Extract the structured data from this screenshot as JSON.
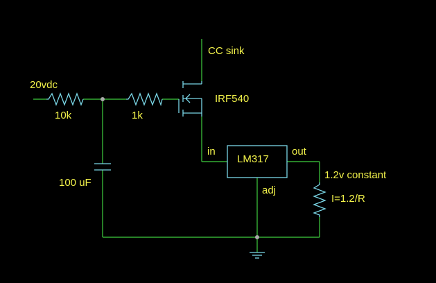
{
  "labels": {
    "input_voltage": "20vdc",
    "r1_value": "10k",
    "r2_value": "1k",
    "cap_value": "100 uF",
    "mosfet_part": "IRF540",
    "drain_label": "CC sink",
    "regulator_part": "LM317",
    "pin_in": "in",
    "pin_out": "out",
    "pin_adj": "adj",
    "constant_note": "1.2v constant",
    "current_formula": "I=1.2/R"
  },
  "colors": {
    "background": "#000000",
    "wire": "#3fcf3f",
    "component": "#7ad6e6",
    "label": "#f2f24a",
    "junction": "#a9a9a9"
  }
}
